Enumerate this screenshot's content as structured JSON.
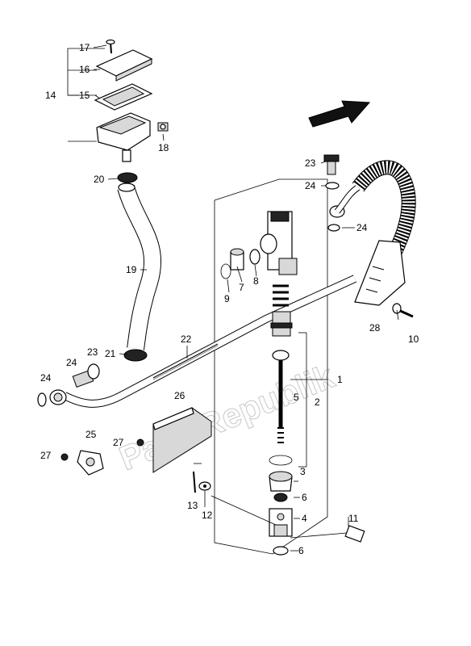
{
  "diagram": {
    "watermark": "PartsRepublik",
    "callouts": [
      {
        "id": "c17",
        "text": "17"
      },
      {
        "id": "c16",
        "text": "16"
      },
      {
        "id": "c14",
        "text": "14"
      },
      {
        "id": "c15",
        "text": "15"
      },
      {
        "id": "c18",
        "text": "18"
      },
      {
        "id": "c20",
        "text": "20"
      },
      {
        "id": "c19",
        "text": "19"
      },
      {
        "id": "c21",
        "text": "21"
      },
      {
        "id": "c22",
        "text": "22"
      },
      {
        "id": "c23a",
        "text": "23"
      },
      {
        "id": "c24a",
        "text": "24"
      },
      {
        "id": "c24b",
        "text": "24"
      },
      {
        "id": "c26",
        "text": "26"
      },
      {
        "id": "c25",
        "text": "25"
      },
      {
        "id": "c27a",
        "text": "27"
      },
      {
        "id": "c27b",
        "text": "27"
      },
      {
        "id": "c7",
        "text": "7"
      },
      {
        "id": "c8",
        "text": "8"
      },
      {
        "id": "c9",
        "text": "9"
      },
      {
        "id": "c23b",
        "text": "23"
      },
      {
        "id": "c24c",
        "text": "24"
      },
      {
        "id": "c24d",
        "text": "24"
      },
      {
        "id": "c28",
        "text": "28"
      },
      {
        "id": "c10",
        "text": "10"
      },
      {
        "id": "c1",
        "text": "1"
      },
      {
        "id": "c5",
        "text": "5"
      },
      {
        "id": "c2",
        "text": "2"
      },
      {
        "id": "c3",
        "text": "3"
      },
      {
        "id": "c6a",
        "text": "6"
      },
      {
        "id": "c4",
        "text": "4"
      },
      {
        "id": "c6b",
        "text": "6"
      },
      {
        "id": "c13",
        "text": "13"
      },
      {
        "id": "c12",
        "text": "12"
      },
      {
        "id": "c11",
        "text": "11"
      }
    ]
  }
}
